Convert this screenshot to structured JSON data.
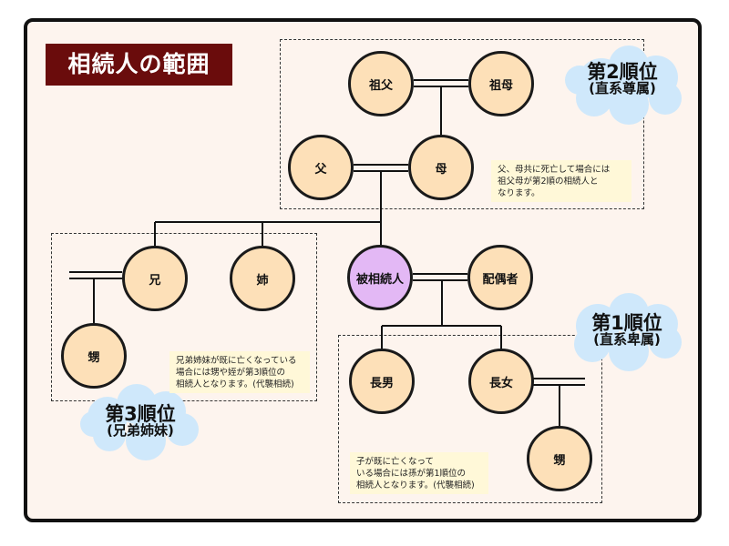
{
  "title": "相続人の範囲",
  "nodes": {
    "grandfather": "祖父",
    "grandmother": "祖母",
    "father": "父",
    "mother": "母",
    "elder_brother": "兄",
    "elder_sister": "姉",
    "deceased": "被相続人",
    "spouse": "配偶者",
    "nephew": "甥",
    "eldest_son": "長男",
    "eldest_daughter": "長女",
    "grandchild": "甥"
  },
  "ranks": {
    "second": {
      "label": "第2順位",
      "sub": "(直系尊属)"
    },
    "first": {
      "label": "第1順位",
      "sub": "(直系卑属)"
    },
    "third": {
      "label": "第3順位",
      "sub": "(兄弟姉妹)"
    }
  },
  "notes": {
    "parents": "父、母共に死亡して場合には\n祖父母が第2順の相続人と\nなります。",
    "siblings": "兄弟姉妹が既に亡くなっている\n場合には甥や姪が第3順位の\n相続人となります。(代襲相続)",
    "children": "子が既に亡くなって\nいる場合には孫が第1順位の\n相続人となります。(代襲相続)"
  },
  "colors": {
    "title_bg": "#6a0c0c",
    "node_fill": "#fde0b8",
    "self_fill": "#e3b8f5",
    "cloud_fill": "#cfe8fb",
    "note_bg": "#fff8d8",
    "frame_bg": "#fdf4ee"
  }
}
